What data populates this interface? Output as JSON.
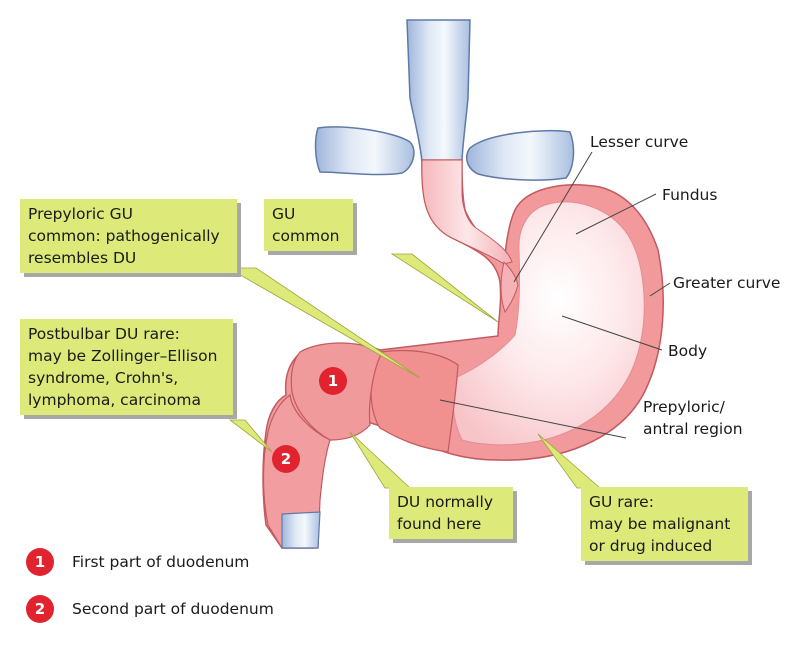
{
  "callouts": {
    "prepyloric": [
      "Prepyloric GU",
      "common: pathogenically",
      "resembles DU"
    ],
    "gu_common": [
      "GU",
      "common"
    ],
    "postbulbar": [
      "Postbulbar DU rare:",
      "may be Zollinger–Ellison",
      "syndrome, Crohn's,",
      "lymphoma, carcinoma"
    ],
    "du_normally": [
      "DU normally",
      "found here"
    ],
    "gu_rare": [
      "GU rare:",
      "may be malignant",
      "or drug induced"
    ]
  },
  "labels": {
    "lesser_curve": "Lesser curve",
    "fundus": "Fundus",
    "greater_curve": "Greater curve",
    "body": "Body",
    "prepyloric_region": [
      "Prepyloric/",
      "antral region"
    ]
  },
  "markers": {
    "one": "1",
    "two": "2"
  },
  "legend": [
    {
      "number": "1",
      "text": "First part of duodenum"
    },
    {
      "number": "2",
      "text": "Second part of duodenum"
    }
  ],
  "colors": {
    "callout_fill": "#dde978",
    "badge_red": "#e0232f",
    "stomach_outer": "#f1999b",
    "stomach_inner": "#fce3e6",
    "esophagus_blue": "#c3d3ea"
  }
}
